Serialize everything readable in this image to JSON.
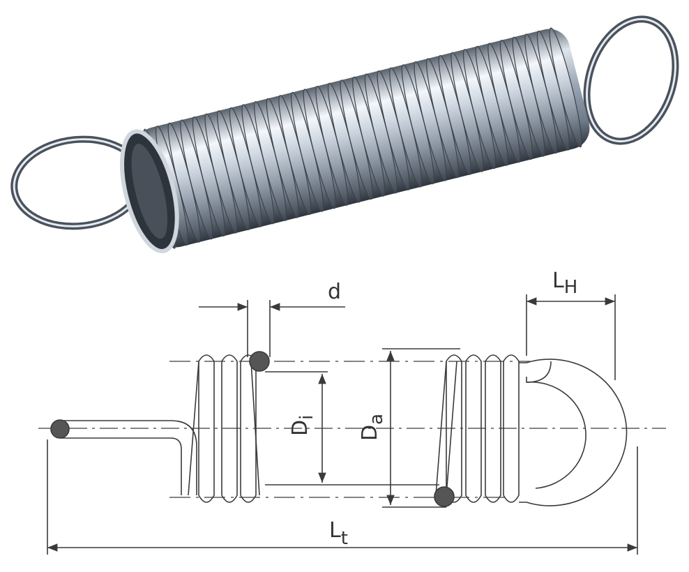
{
  "photo": {
    "subject": "extension-spring-with-loop-ends",
    "colors": {
      "metal_light": "#f4f7fb",
      "metal_mid": "#9aa6b4",
      "metal_dark": "#3e4650",
      "tint": "#7f9fc8"
    }
  },
  "drawing": {
    "labels": {
      "d": "d",
      "LH_main": "L",
      "LH_sub": "H",
      "Di_main": "D",
      "Di_sub": "i",
      "Da_main": "D",
      "Da_sub": "a",
      "Lt_main": "L",
      "Lt_sub": "t"
    },
    "colors": {
      "line": "#3a3a3a",
      "section_fill": "#555555"
    }
  }
}
